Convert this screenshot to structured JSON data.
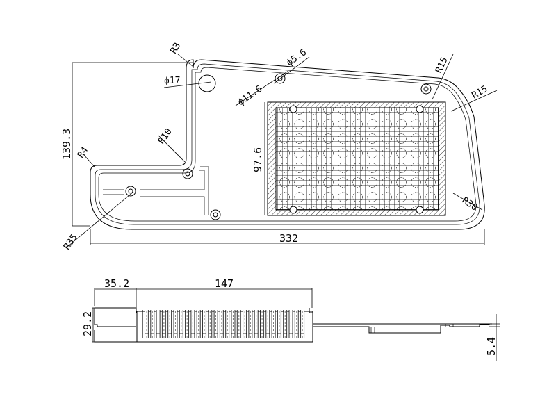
{
  "drawing": {
    "top_view": {
      "dimensions": {
        "overall_length": "332",
        "overall_height": "139.3",
        "mesh_height": "97.6"
      },
      "diameters": {
        "large_hole": "ϕ17",
        "medium_hole": "ϕ11.6",
        "small_hole": "ϕ5.6"
      },
      "radii": {
        "top_left_corner": "R3",
        "inner_step": "R10",
        "left_step": "R4",
        "bottom_left": "R35",
        "top_right_1": "R15",
        "top_right_2": "R15",
        "bottom_right": "R30"
      }
    },
    "side_view": {
      "dimensions": {
        "left_width": "35.2",
        "fin_width": "147",
        "height": "29.2",
        "plate_thickness": "5.4"
      }
    }
  }
}
